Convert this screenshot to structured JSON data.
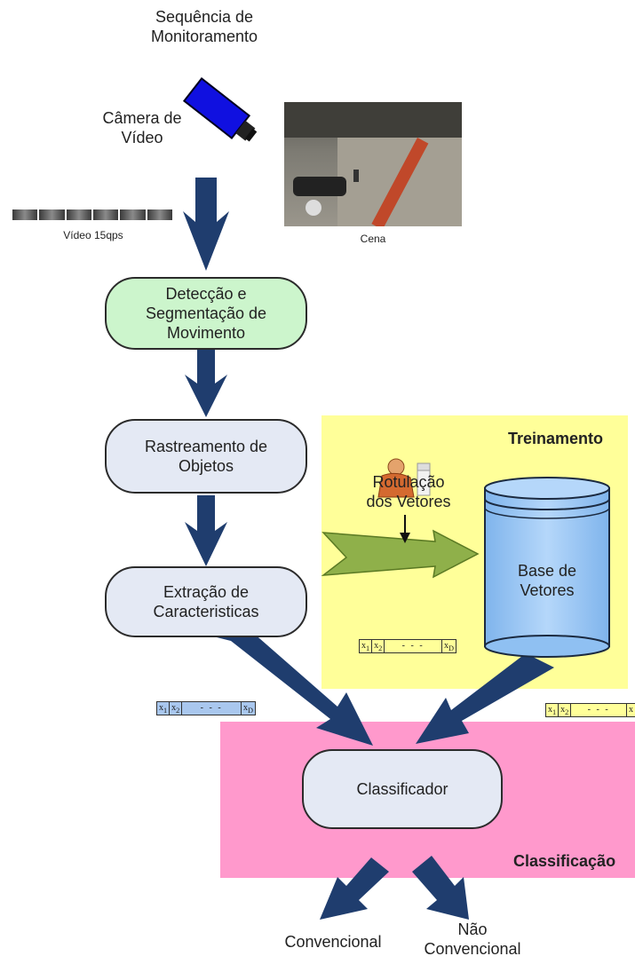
{
  "header": {
    "line1": "Sequência de",
    "line2": "Monitoramento"
  },
  "camera": {
    "line1": "Câmera de",
    "line2": "Vídeo"
  },
  "video": {
    "label": "Vídeo 15qps"
  },
  "scene": {
    "label": "Cena"
  },
  "nodes": {
    "detection": {
      "line1": "Detecção e",
      "line2": "Segmentação de",
      "line3": "Movimento"
    },
    "tracking": {
      "line1": "Rastreamento de",
      "line2": "Objetos"
    },
    "extraction": {
      "line1": "Extração de",
      "line2": "Caracteristicas"
    },
    "classifier": {
      "label": "Classificador"
    }
  },
  "training": {
    "title": "Treinamento",
    "labeling_line1": "Rotulação",
    "labeling_line2": "dos Vetores",
    "db_line1": "Base de",
    "db_line2": "Vetores"
  },
  "classification": {
    "title": "Classificação"
  },
  "vectors": {
    "first": "x",
    "second": "x",
    "dots": "- - -",
    "last": "x",
    "sub1": "1",
    "sub2": "2",
    "subn": "D"
  },
  "outputs": {
    "conventional": "Convencional",
    "non1": "Não",
    "non2": "Convencional"
  },
  "colors": {
    "detection_fill": "#ccf5cc",
    "node_fill": "#e4e9f4",
    "training_bg": "#ffff99",
    "classification_bg": "#ff99cc",
    "arrow_blue": "#1f3d6e",
    "arrow_green": "#8fb04a",
    "db_fill": "#99ccff",
    "camera_blue": "#1010e0",
    "vec_blue": "#a9c7ee",
    "vec_yellow": "#ffff99"
  }
}
